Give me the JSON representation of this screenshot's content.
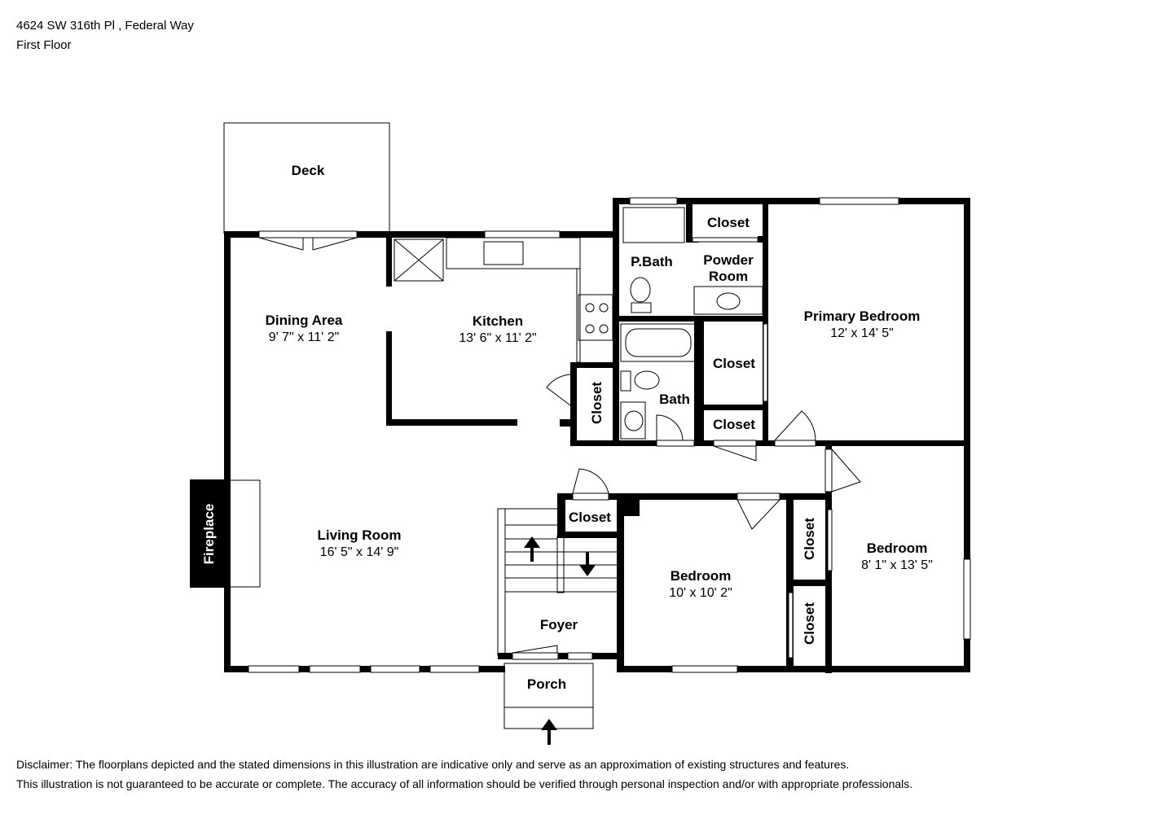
{
  "header": {
    "address": "4624 SW 316th Pl , Federal Way",
    "floor": "First Floor"
  },
  "rooms": {
    "deck": {
      "name": "Deck"
    },
    "dining": {
      "name": "Dining Area",
      "dims": "9' 7\" x 11' 2\""
    },
    "kitchen": {
      "name": "Kitchen",
      "dims": "13' 6\" x 11' 2\""
    },
    "pbath": {
      "name": "P.Bath"
    },
    "powder_line1": {
      "name": "Powder"
    },
    "powder_line2": {
      "name": "Room"
    },
    "primary": {
      "name": "Primary Bedroom",
      "dims": "12' x 14' 5\""
    },
    "bath": {
      "name": "Bath"
    },
    "living": {
      "name": "Living Room",
      "dims": "16' 5\" x 14' 9\""
    },
    "fireplace": {
      "name": "Fireplace"
    },
    "foyer": {
      "name": "Foyer"
    },
    "porch": {
      "name": "Porch"
    },
    "bedroom_mid": {
      "name": "Bedroom",
      "dims": "10' x 10' 2\""
    },
    "bedroom_right": {
      "name": "Bedroom",
      "dims": "8' 1\" x 13' 5\""
    },
    "closets": {
      "top": "Closet",
      "mid": "Closet",
      "small": "Closet",
      "kitchen": "Closet",
      "foyer": "Closet",
      "bed_upper": "Closet",
      "bed_lower": "Closet"
    }
  },
  "disclaimer": {
    "line1": "Disclaimer: The floorplans depicted and the stated dimensions in this illustration are indicative only and serve as an approximation of existing structures and features.",
    "line2": "This illustration is not guaranteed to be accurate or complete. The accuracy of all information should be verified through personal inspection and/or with appropriate professionals."
  }
}
